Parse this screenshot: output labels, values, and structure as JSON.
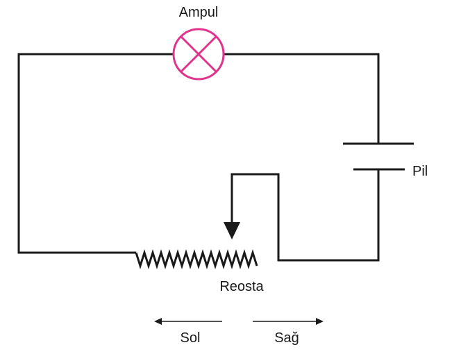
{
  "diagram": {
    "labels": {
      "bulb": "Ampul",
      "battery": "Pil",
      "rheostat": "Reosta",
      "left": "Sol",
      "right": "Sağ"
    },
    "colors": {
      "wire": "#1a1a1a",
      "bulb": "#e0338c"
    }
  }
}
